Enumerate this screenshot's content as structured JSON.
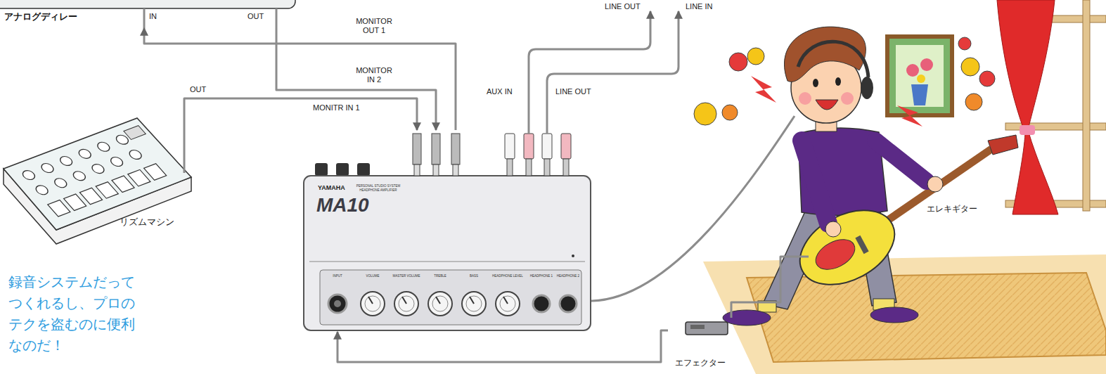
{
  "diagram": {
    "nodes": [
      {
        "text": [
          "アナログディレー"
        ]
      },
      {
        "text": [
          "リズムマシン"
        ]
      },
      {
        "text": [
          "YAMAHA",
          "MA10"
        ]
      },
      {
        "text": [
          "エレキギター"
        ]
      },
      {
        "text": [
          "エフェクター"
        ]
      }
    ],
    "edges": [
      {
        "from": 1,
        "to": 2,
        "arrow": "to"
      },
      {
        "from": 2,
        "to": 0,
        "arrow": "to"
      },
      {
        "from": 0,
        "to": 2,
        "arrow": "to"
      },
      {
        "from": 4,
        "to": 2,
        "arrow": "to"
      },
      {
        "from": 3,
        "to": 4,
        "arrow": "none"
      }
    ],
    "labels": [
      "IN",
      "OUT",
      "MONITOR OUT 1",
      "MONITOR IN 2",
      "OUT",
      "MONITR IN 1",
      "LINE OUT",
      "LINE IN",
      "AUX IN",
      "LINE OUT",
      "PERSONAL STUDIO SYSTEM HEADPHONE AMPLIFIER",
      "INPUT",
      "VOLUME",
      "MASTER VOLUME",
      "TREBLE",
      "BASS",
      "HEADPHONE LEVEL",
      "HEADPHONE 1",
      "HEADPHONE 2",
      "録音システムだって つくれるし、プロの テクを盗むのに便利 なのだ！"
    ]
  }
}
